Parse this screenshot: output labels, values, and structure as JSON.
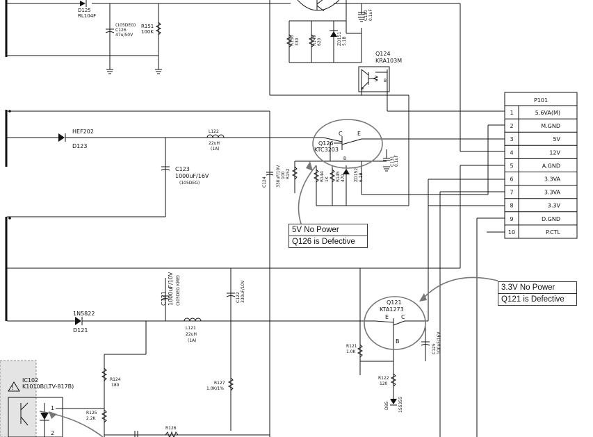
{
  "connector": {
    "ref": "P101",
    "pins": [
      {
        "num": "1",
        "signal": "5.6VA(M)"
      },
      {
        "num": "2",
        "signal": "M.GND"
      },
      {
        "num": "3",
        "signal": "5V"
      },
      {
        "num": "4",
        "signal": "12V"
      },
      {
        "num": "5",
        "signal": "A.GND"
      },
      {
        "num": "6",
        "signal": "3.3VA"
      },
      {
        "num": "7",
        "signal": "3.3VA"
      },
      {
        "num": "8",
        "signal": "3.3V"
      },
      {
        "num": "9",
        "signal": "D.GND"
      },
      {
        "num": "10",
        "signal": "P.CTL"
      }
    ]
  },
  "callouts": {
    "q126": {
      "line1": "5V No Power",
      "line2": "Q126 is Defective"
    },
    "q121": {
      "line1": "3.3V No Power",
      "line2": "Q121 is Defective"
    }
  },
  "parts": {
    "d125": {
      "ref": "D125",
      "value": "RL104F"
    },
    "c126": {
      "ref": "C126",
      "value": "47u/50V",
      "note": "(105DEG)"
    },
    "r151": {
      "ref": "R151",
      "value": "100K"
    },
    "r150": {
      "ref": "R150",
      "value": "330"
    },
    "r149": {
      "ref": "R149",
      "value": "620"
    },
    "zd151": {
      "ref": "ZD151",
      "value": "5.1B"
    },
    "c130": {
      "ref": "C130",
      "value": "0.1uF"
    },
    "q124": {
      "ref": "Q124",
      "value": "KRA103M",
      "pin_e": "E",
      "pin_b": "B"
    },
    "hef202": {
      "ref": "HEF202"
    },
    "d123": {
      "ref": "D123"
    },
    "l122": {
      "ref": "L122",
      "value": "22uH",
      "note": "(1A)"
    },
    "c123": {
      "ref": "C123",
      "value": "1000uF/16V",
      "note": "(105DEG)"
    },
    "q126": {
      "ref": "Q126",
      "value": "KTC3203",
      "pin_c": "C",
      "pin_e": "E",
      "pin_b": "B"
    },
    "c124": {
      "ref": "C124",
      "value": "330uF/10V"
    },
    "r152": {
      "ref": "R152",
      "value": "100"
    },
    "r144": {
      "ref": "R144",
      "value": "1K"
    },
    "r145": {
      "ref": "R145",
      "value": "470"
    },
    "zd152": {
      "ref": "ZD152",
      "value": "6.2B"
    },
    "c131": {
      "ref": "C131",
      "value": "0.1uF"
    },
    "d5b22": {
      "ref": "1N5822"
    },
    "d121": {
      "ref": "D121"
    },
    "c121": {
      "ref": "C121",
      "value": "1000uF/10V",
      "note": "(105DEG KME)"
    },
    "c122": {
      "ref": "C122",
      "value": "330uF/10V"
    },
    "l121": {
      "ref": "L121",
      "value": "22uH",
      "note": "(1A)"
    },
    "q121": {
      "ref": "Q121",
      "value": "KTA1273",
      "pin_e": "E",
      "pin_c": "C",
      "pin_b": "B"
    },
    "r121": {
      "ref": "R121",
      "value": "1.0K"
    },
    "c125": {
      "ref": "C125",
      "value": "100uF/16V"
    },
    "r122": {
      "ref": "R122",
      "value": "120"
    },
    "d85": {
      "ref": "D85",
      "value": "1SS355"
    },
    "ic102": {
      "ref": "IC102",
      "value": "K1010B(LTV-817B)",
      "pin_1": "1",
      "pin_2": "2"
    },
    "r124": {
      "ref": "R124",
      "value": "180"
    },
    "r125": {
      "ref": "R125",
      "value": "2.2K"
    },
    "r126": {
      "ref": "R126"
    },
    "r127": {
      "ref": "R127",
      "value": "1.0K/1%"
    }
  }
}
